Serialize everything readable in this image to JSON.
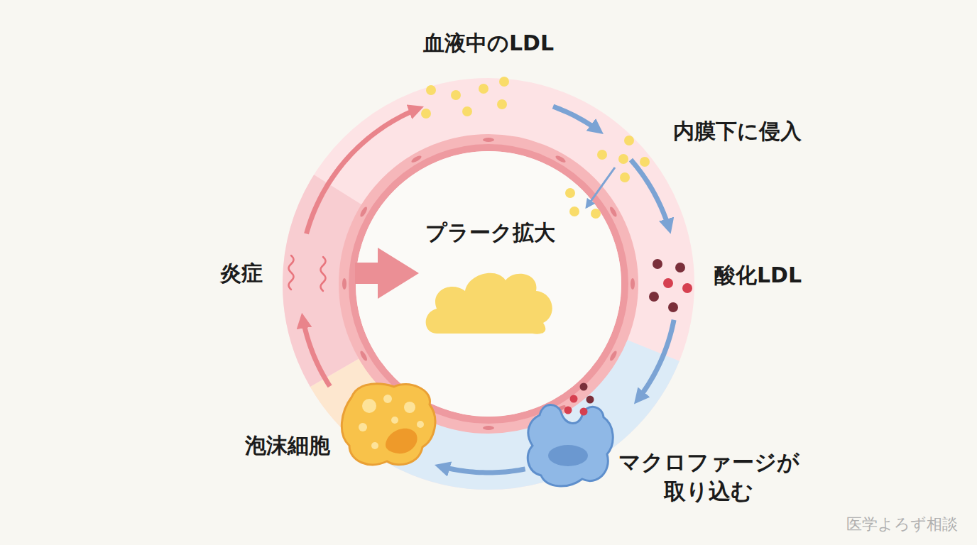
{
  "diagram": {
    "nodes": [
      {
        "text": [
          "血液中のLDL"
        ]
      },
      {
        "text": [
          "内膜下に侵入"
        ]
      },
      {
        "text": [
          "酸化LDL"
        ]
      },
      {
        "text": [
          "マクロファージが 取り込む"
        ]
      },
      {
        "text": [
          "泡沫細胞"
        ]
      },
      {
        "text": [
          "炎症"
        ]
      },
      {
        "text": [
          "プラーク拡大"
        ]
      }
    ],
    "edges": [
      {
        "from": 0,
        "to": 1,
        "arrow": "to"
      },
      {
        "from": 1,
        "to": 2,
        "arrow": "to"
      },
      {
        "from": 2,
        "to": 3,
        "arrow": "to"
      },
      {
        "from": 3,
        "to": 4,
        "arrow": "to"
      },
      {
        "from": 4,
        "to": 5,
        "arrow": "to"
      },
      {
        "from": 5,
        "to": 0,
        "arrow": "to"
      },
      {
        "from": 5,
        "to": 6,
        "arrow": "to"
      }
    ],
    "labels": [
      "医学よろず相談"
    ]
  }
}
